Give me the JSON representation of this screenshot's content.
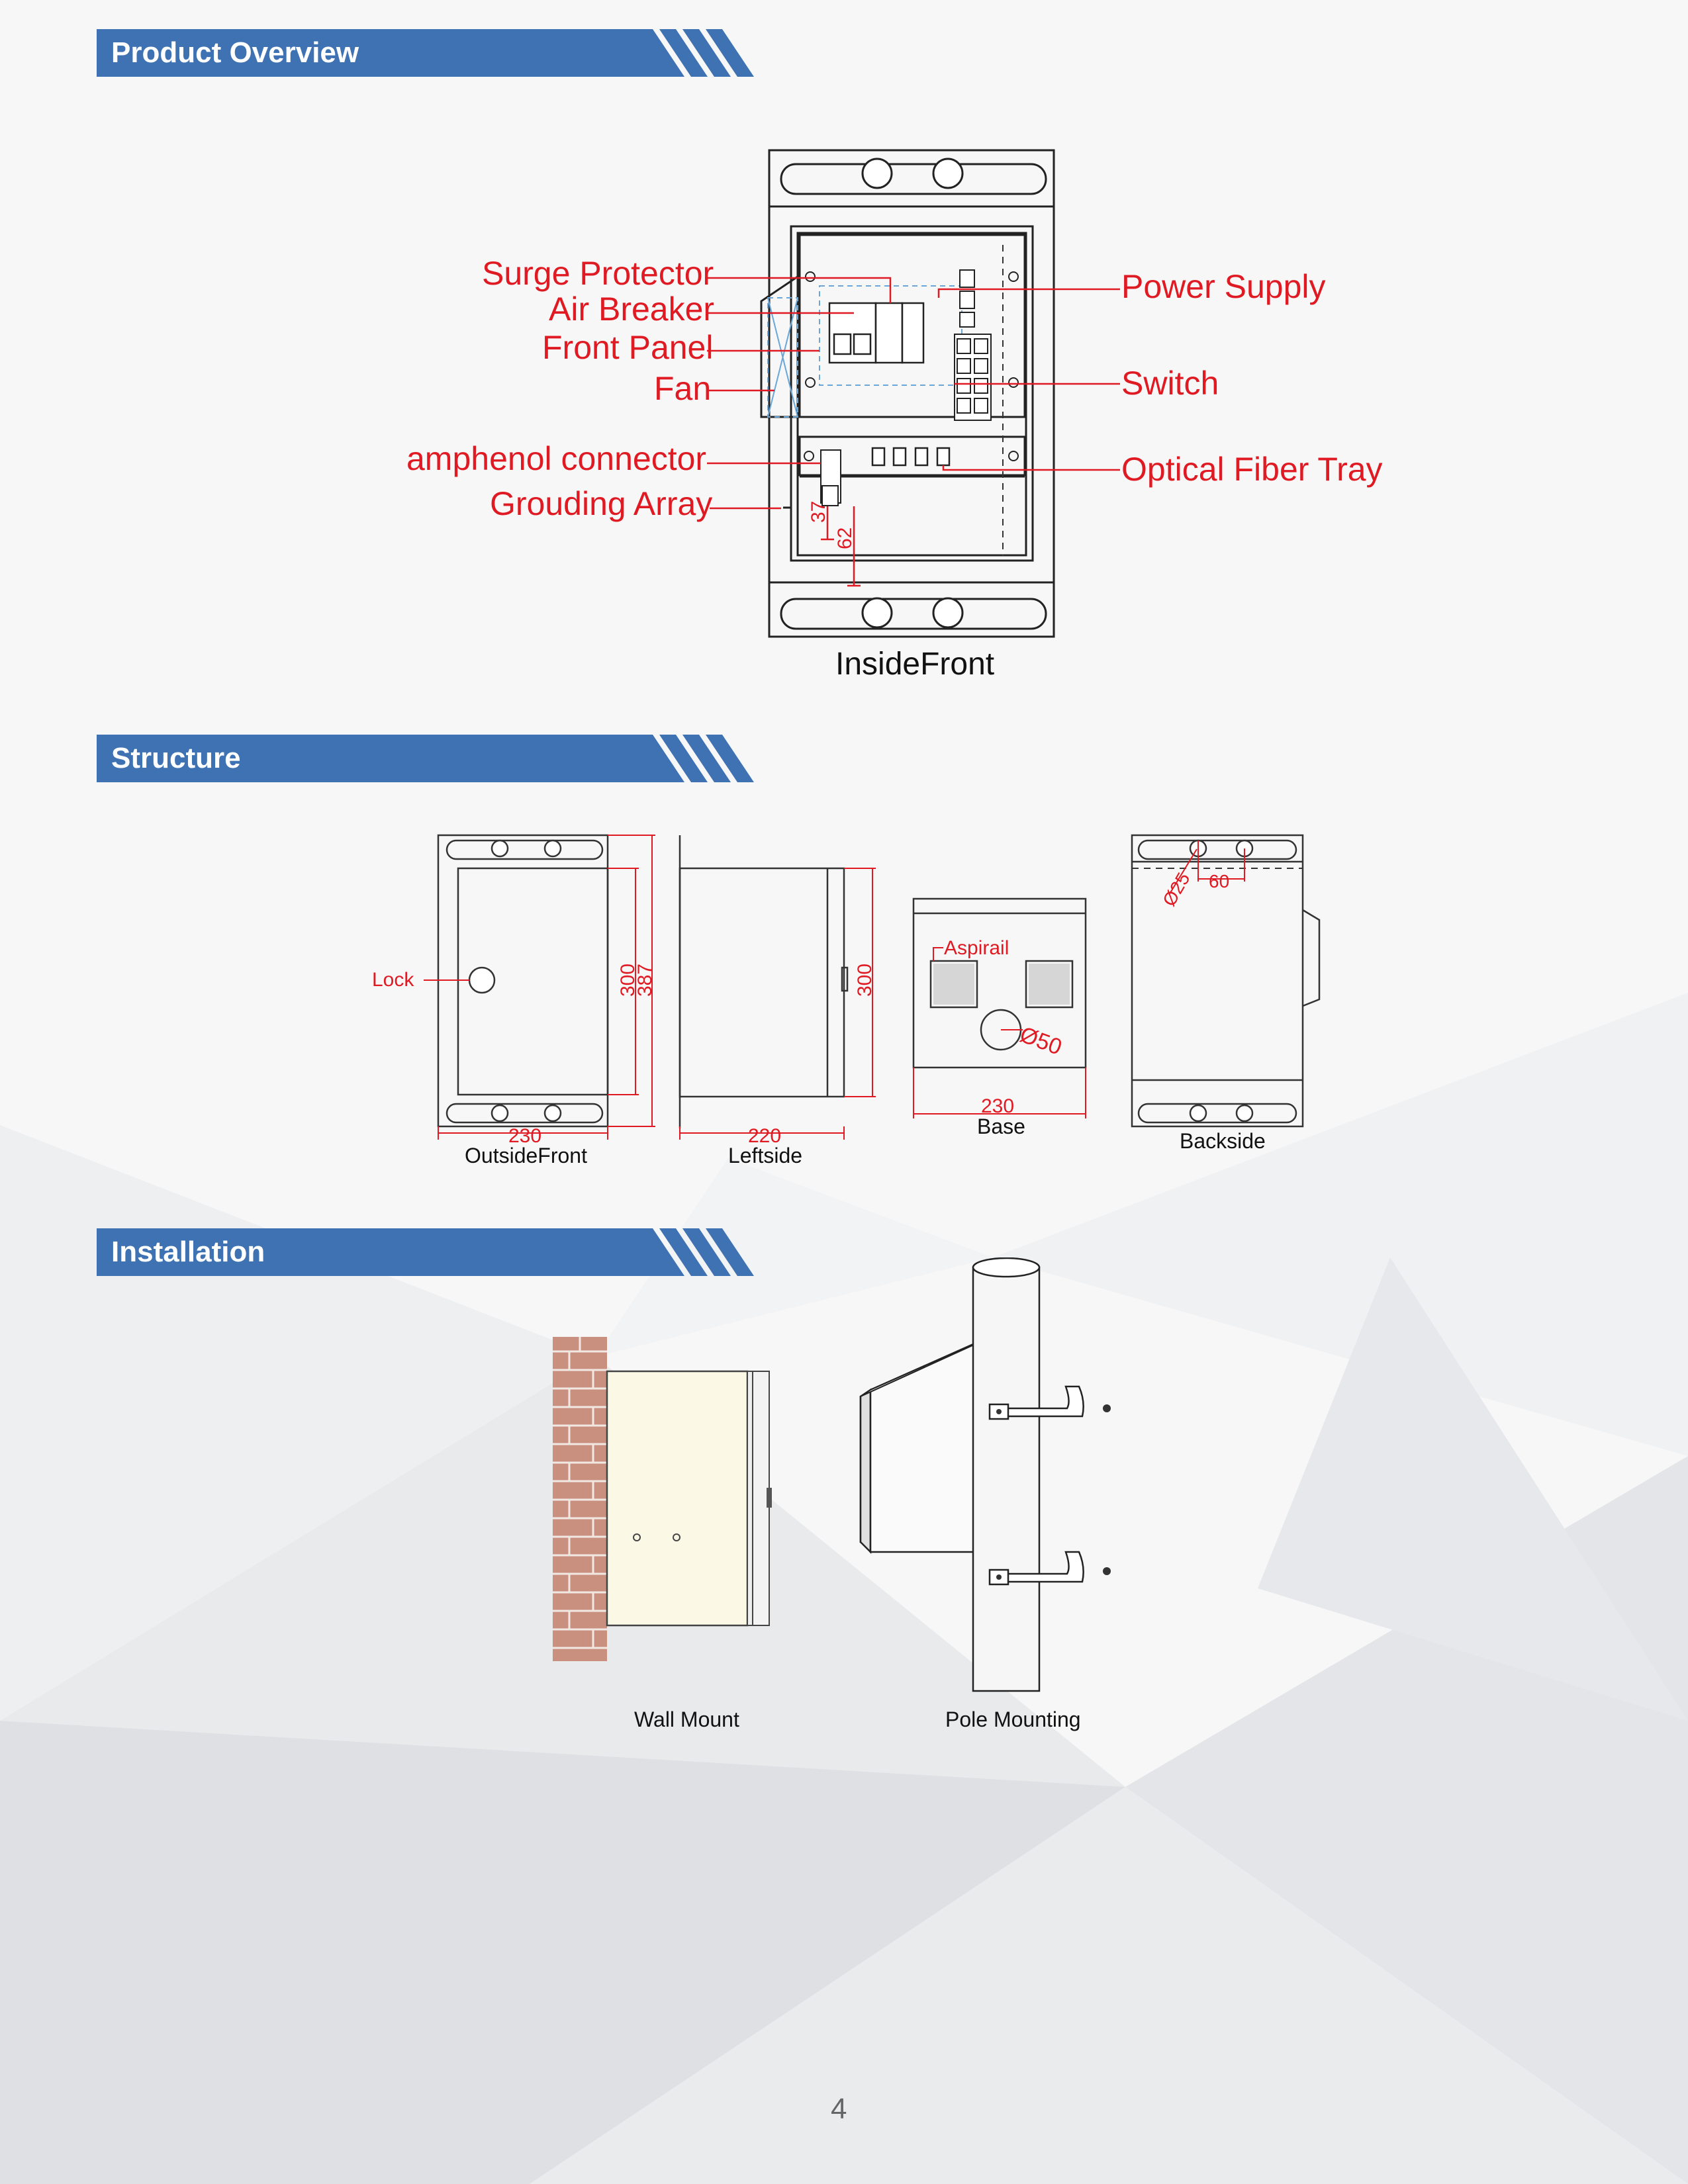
{
  "sections": {
    "overview": "Product Overview",
    "structure": "Structure",
    "installation": "Installation"
  },
  "overview": {
    "left_labels": {
      "surge_protector": "Surge Protector",
      "air_breaker": "Air Breaker",
      "front_panel": "Front Panel",
      "fan": "Fan",
      "amphenol": "amphenol connector",
      "grounding": "Grouding Array"
    },
    "right_labels": {
      "power_supply": "Power Supply",
      "switch": "Switch",
      "optical_fiber_tray": "Optical Fiber Tray"
    },
    "dims": {
      "d37": "37",
      "d62": "62"
    },
    "caption": "InsideFront"
  },
  "structure": {
    "outside_front": {
      "caption": "OutsideFront",
      "width": "230",
      "h1": "300",
      "h2": "387",
      "lock": "Lock"
    },
    "leftside": {
      "caption": "Leftside",
      "width": "220",
      "height": "300"
    },
    "base": {
      "caption": "Base",
      "width": "230",
      "aspirail": "Aspirail",
      "hole": "Ø50"
    },
    "backside": {
      "caption": "Backside",
      "hole": "Ø25",
      "spacing": "60"
    }
  },
  "installation": {
    "wall_caption": "Wall Mount",
    "pole_caption": "Pole Mounting"
  },
  "page_number": "4",
  "colors": {
    "header_blue": "#3f72b3",
    "callout_red": "#e01a22"
  }
}
